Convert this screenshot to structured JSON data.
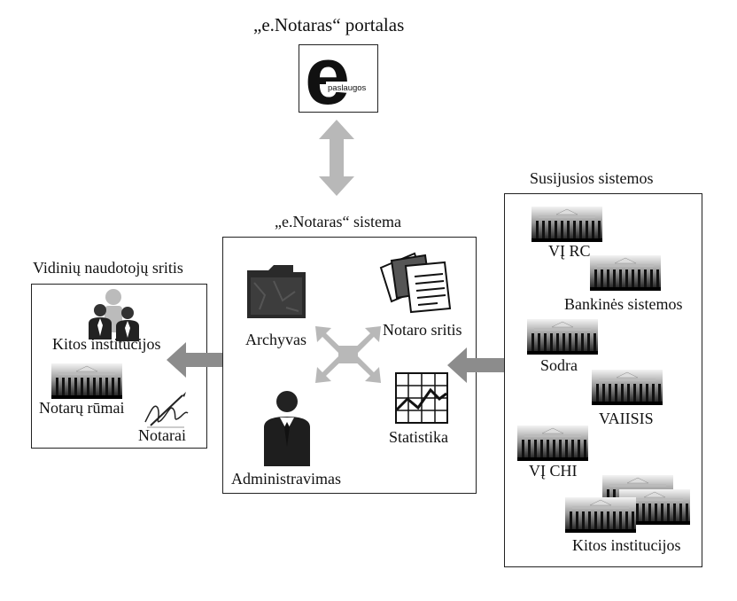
{
  "portal": {
    "title": "„e.Notaras“ portalas",
    "logo_letter": "e",
    "logo_caption": "paslaugos"
  },
  "system": {
    "title": "„e.Notaras“ sistema",
    "archive_label": "Archyvas",
    "notary_area_label": "Notaro sritis",
    "admin_label": "Administravimas",
    "stats_label": "Statistika"
  },
  "internal": {
    "title": "Vidinių naudotojų sritis",
    "other_label": "Kitos institucijos",
    "chamber_label": "Notarų rūmai",
    "notaries_label": "Notarai"
  },
  "related": {
    "title": "Susijusios sistemos",
    "items": [
      "VĮ RC",
      "Bankinės sistemos",
      "Sodra",
      "VAIISIS",
      "VĮ CHI",
      "Kitos institucijos"
    ]
  },
  "colors": {
    "arrow": "#8c8c8c",
    "arrow_light": "#b8b8b8",
    "border": "#222222"
  },
  "icons": [
    "e-logo-icon",
    "folder-icon",
    "documents-icon",
    "admin-person-icon",
    "chart-icon",
    "users-group-icon",
    "signature-icon",
    "building-icon",
    "cross-arrows-icon"
  ]
}
